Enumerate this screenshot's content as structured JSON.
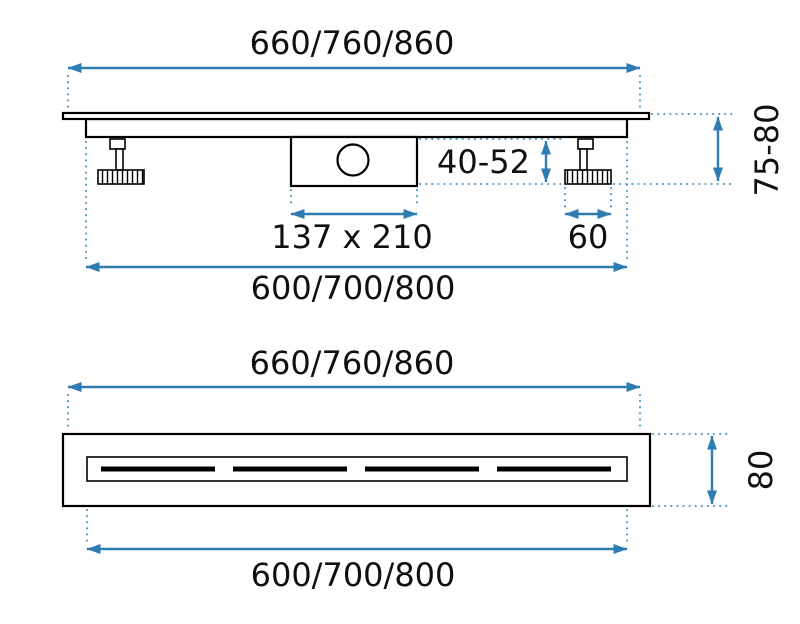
{
  "colors": {
    "dim": "#2f7cb3",
    "guide": "#4698c8",
    "object": "#000000",
    "text": "#101010",
    "background": "#ffffff"
  },
  "side_view": {
    "top_length": "660/760/860",
    "bottom_length": "600/700/800",
    "trap_size": "137 x 210",
    "foot_width": "60",
    "trap_height": "40-52",
    "install_height": "75-80"
  },
  "plan_view": {
    "top_length": "660/760/860",
    "bottom_length": "600/700/800",
    "height": "80"
  }
}
